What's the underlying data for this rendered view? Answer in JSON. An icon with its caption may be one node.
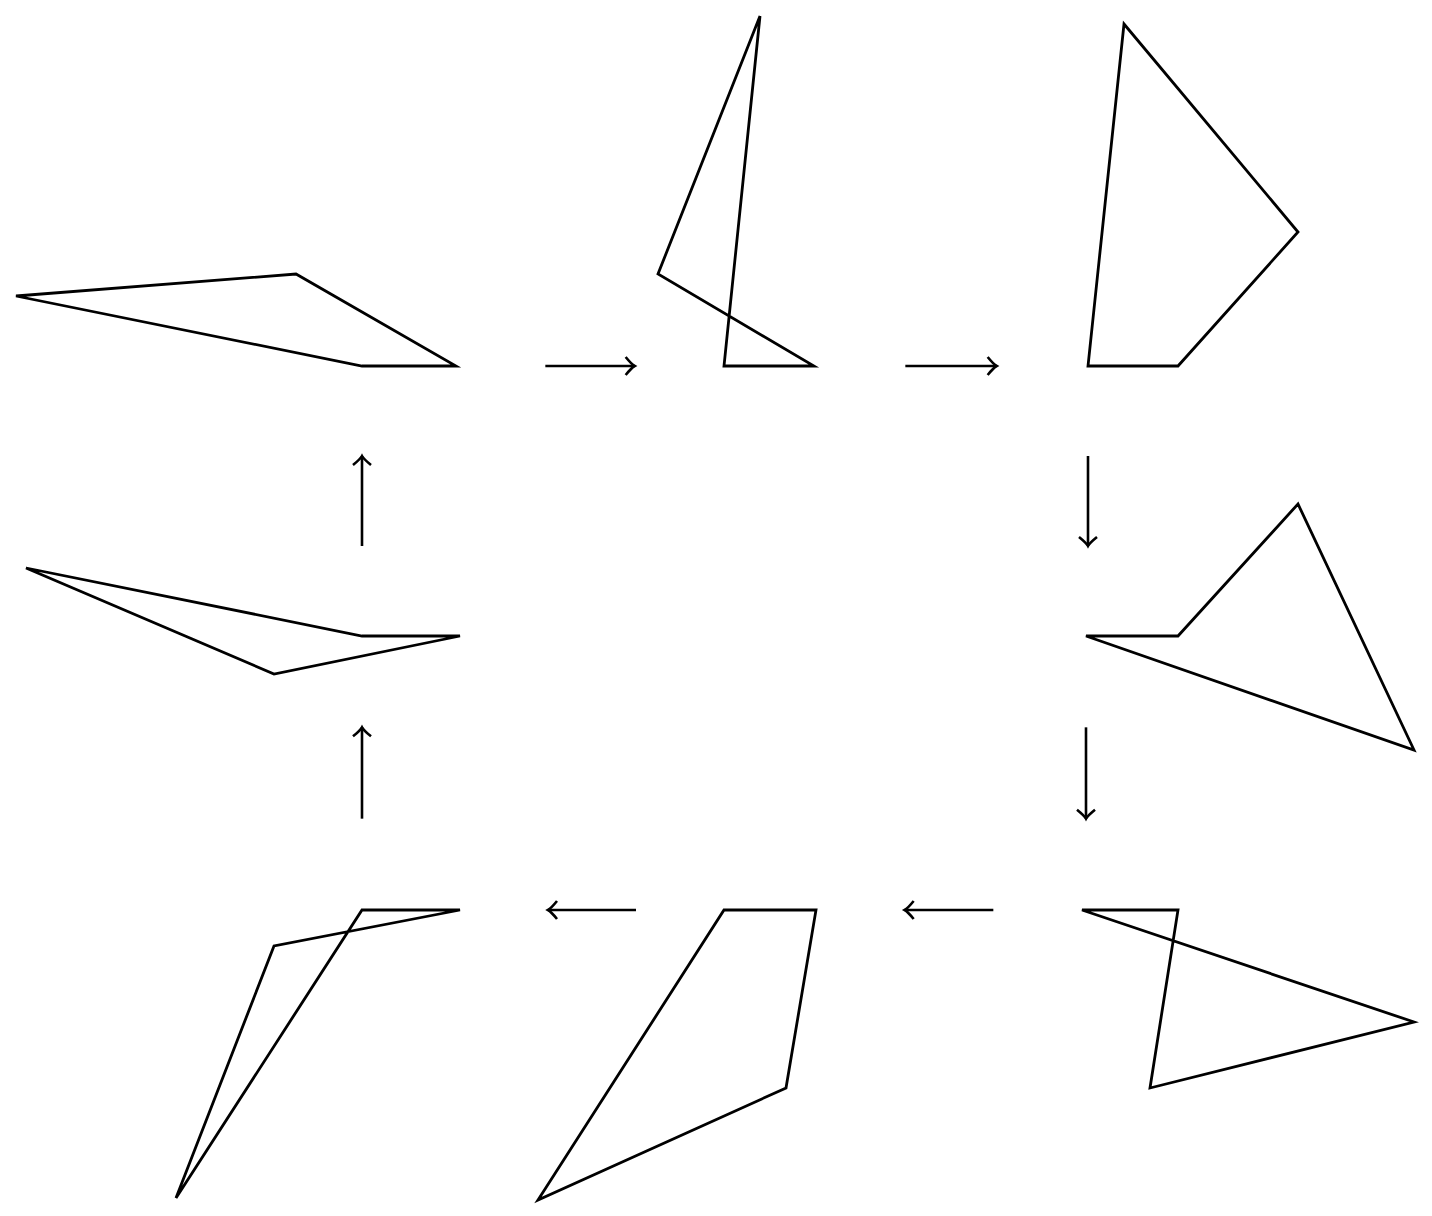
{
  "diagram": {
    "nodes": [
      {
        "text": [],
        "shape": "polygon"
      },
      {
        "text": [],
        "shape": "polygon"
      },
      {
        "text": [],
        "shape": "polygon"
      },
      {
        "text": [],
        "shape": "polygon"
      },
      {
        "text": [],
        "shape": "polygon"
      },
      {
        "text": [],
        "shape": "polygon"
      },
      {
        "text": [],
        "shape": "polygon"
      },
      {
        "text": [],
        "shape": "polygon"
      }
    ],
    "edges": [
      {
        "from": 0,
        "to": 1,
        "arrow": "to"
      },
      {
        "from": 1,
        "to": 2,
        "arrow": "to"
      },
      {
        "from": 2,
        "to": 4,
        "arrow": "to"
      },
      {
        "from": 4,
        "to": 7,
        "arrow": "to"
      },
      {
        "from": 7,
        "to": 6,
        "arrow": "to"
      },
      {
        "from": 6,
        "to": 5,
        "arrow": "to"
      },
      {
        "from": 5,
        "to": 3,
        "arrow": "to"
      },
      {
        "from": 3,
        "to": 0,
        "arrow": "to"
      }
    ]
  }
}
